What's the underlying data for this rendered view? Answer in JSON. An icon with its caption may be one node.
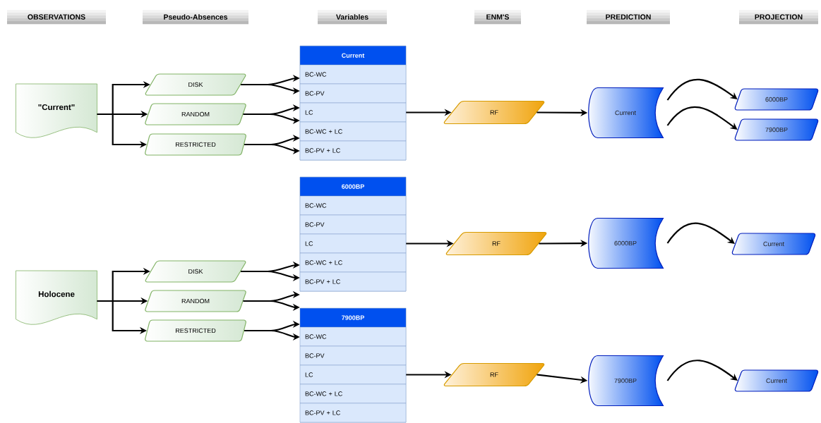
{
  "diagram": {
    "nodes": [
      {
        "text": [
          "OBSERVATIONS"
        ]
      },
      {
        "text": [
          "Pseudo-Absences"
        ]
      },
      {
        "text": [
          "Variables"
        ]
      },
      {
        "text": [
          "ENM'S"
        ]
      },
      {
        "text": [
          "PREDICTION"
        ]
      },
      {
        "text": [
          "PROJECTION"
        ]
      },
      {
        "text": [
          "\"Current\""
        ]
      },
      {
        "text": [
          "DISK"
        ]
      },
      {
        "text": [
          "RANDOM"
        ]
      },
      {
        "text": [
          "RESTRICTED"
        ]
      },
      {
        "text": [
          "Holocene"
        ]
      },
      {
        "text": [
          "DISK"
        ]
      },
      {
        "text": [
          "RANDOM"
        ]
      },
      {
        "text": [
          "RESTRICTED"
        ]
      },
      {
        "text": [
          "Current"
        ]
      },
      {
        "text": [
          "BC-WC"
        ],
        "in": 14
      },
      {
        "text": [
          "BC-PV"
        ],
        "in": 14
      },
      {
        "text": [
          "LC"
        ],
        "in": 14
      },
      {
        "text": [
          "BC-WC + LC"
        ],
        "in": 14
      },
      {
        "text": [
          "BC-PV + LC"
        ],
        "in": 14
      },
      {
        "text": [
          "6000BP"
        ]
      },
      {
        "text": [
          "BC-WC"
        ],
        "in": 20
      },
      {
        "text": [
          "BC-PV"
        ],
        "in": 20
      },
      {
        "text": [
          "LC"
        ],
        "in": 20
      },
      {
        "text": [
          "BC-WC + LC"
        ],
        "in": 20
      },
      {
        "text": [
          "BC-PV + LC"
        ],
        "in": 20
      },
      {
        "text": [
          "7900BP"
        ]
      },
      {
        "text": [
          "BC-WC"
        ],
        "in": 26
      },
      {
        "text": [
          "BC-PV"
        ],
        "in": 26
      },
      {
        "text": [
          "LC"
        ],
        "in": 26
      },
      {
        "text": [
          "BC-WC + LC"
        ],
        "in": 26
      },
      {
        "text": [
          "BC-PV + LC"
        ],
        "in": 26
      },
      {
        "text": [
          "RF"
        ]
      },
      {
        "text": [
          "RF"
        ]
      },
      {
        "text": [
          "RF"
        ]
      },
      {
        "text": [
          "Current"
        ]
      },
      {
        "text": [
          "6000BP"
        ]
      },
      {
        "text": [
          "7900BP"
        ]
      },
      {
        "text": [
          "6000BP"
        ]
      },
      {
        "text": [
          "7900BP"
        ]
      },
      {
        "text": [
          "Current"
        ]
      },
      {
        "text": [
          "Current"
        ]
      }
    ],
    "edges": [
      {
        "from": 6,
        "to": 7,
        "arrow": "to"
      },
      {
        "from": 6,
        "to": 8,
        "arrow": "to"
      },
      {
        "from": 6,
        "to": 9,
        "arrow": "to"
      },
      {
        "from": 10,
        "to": 11,
        "arrow": "to"
      },
      {
        "from": 10,
        "to": 12,
        "arrow": "to"
      },
      {
        "from": 10,
        "to": 13,
        "arrow": "to"
      },
      {
        "from": 7,
        "to": 15,
        "arrow": "to"
      },
      {
        "from": 7,
        "to": 16,
        "arrow": "to"
      },
      {
        "from": 8,
        "to": 16,
        "arrow": "to"
      },
      {
        "from": 8,
        "to": 17,
        "arrow": "to"
      },
      {
        "from": 9,
        "to": 18,
        "arrow": "to"
      },
      {
        "from": 9,
        "to": 19,
        "arrow": "to"
      },
      {
        "from": 11,
        "to": 24,
        "arrow": "to"
      },
      {
        "from": 11,
        "to": 25,
        "arrow": "to"
      },
      {
        "from": 12,
        "to": 25,
        "arrow": "to"
      },
      {
        "from": 12,
        "to": 26,
        "arrow": "to"
      },
      {
        "from": 13,
        "to": 26,
        "arrow": "to"
      },
      {
        "from": 13,
        "to": 27,
        "arrow": "to"
      },
      {
        "from": 14,
        "to": 32,
        "arrow": "to"
      },
      {
        "from": 20,
        "to": 33,
        "arrow": "to"
      },
      {
        "from": 26,
        "to": 34,
        "arrow": "to"
      },
      {
        "from": 32,
        "to": 35,
        "arrow": "to"
      },
      {
        "from": 33,
        "to": 36,
        "arrow": "to"
      },
      {
        "from": 34,
        "to": 37,
        "arrow": "to"
      },
      {
        "from": 35,
        "to": 38,
        "arrow": "to"
      },
      {
        "from": 35,
        "to": 39,
        "arrow": "to"
      },
      {
        "from": 36,
        "to": 40,
        "arrow": "to"
      },
      {
        "from": 37,
        "to": 41,
        "arrow": "to"
      }
    ]
  }
}
